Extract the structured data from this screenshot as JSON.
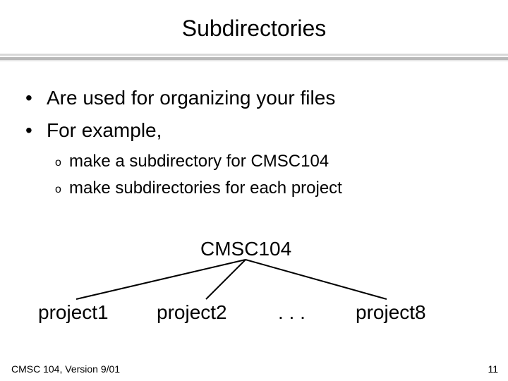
{
  "slide": {
    "title": "Subdirectories",
    "bullets": [
      {
        "marker": "•",
        "text": "Are used for organizing your files"
      },
      {
        "marker": "•",
        "text": "For example,"
      }
    ],
    "sub_bullets": [
      {
        "marker": "o",
        "text": "make a subdirectory for CMSC104"
      },
      {
        "marker": "o",
        "text": "make subdirectories for each project"
      }
    ]
  },
  "tree": {
    "root": "CMSC104",
    "children": [
      "project1",
      "project2",
      ". . .",
      "project8"
    ]
  },
  "footer": {
    "left": "CMSC 104, Version 9/01",
    "page_number": "11"
  }
}
